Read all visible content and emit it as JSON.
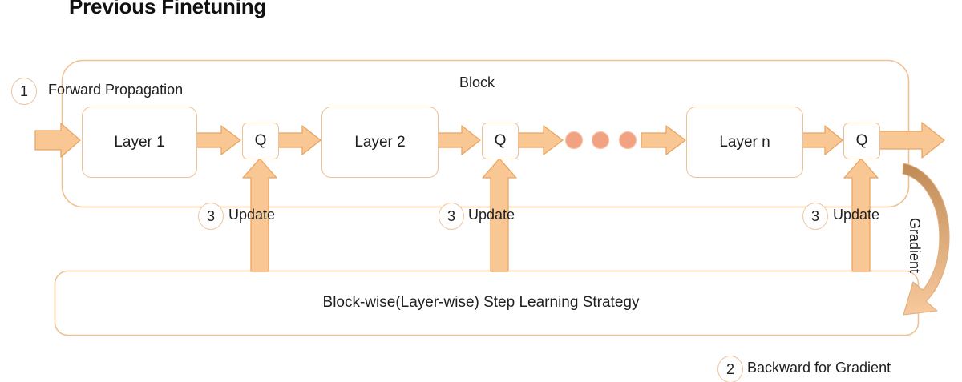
{
  "diagram": {
    "title": "Previous Finetuning",
    "block_label": "Block",
    "forward_label": "Forward  Propagation",
    "gradient_label": "Gradient",
    "backward_label": "Backward for Gradient",
    "strategy_label": "Block-wise(Layer-wise) Step Learning Strategy",
    "update_label_1": "Update",
    "update_label_2": "Update",
    "update_label_3": "Update",
    "steps": {
      "forward": "1",
      "backward": "2",
      "update_a": "3",
      "update_b": "3",
      "update_c": "3"
    },
    "nodes": {
      "layer1": "Layer 1",
      "layer2": "Layer 2",
      "layern": "Layer n",
      "q1": "Q",
      "q2": "Q",
      "q3": "Q"
    },
    "ellipsis_dots": 3,
    "colors": {
      "arrow_fill": "#f9c794",
      "arrow_stroke": "#eba55f",
      "box_stroke": "#eec193",
      "dot_fill": "#f0a283",
      "gradient_curve_dark": "#c79461",
      "gradient_curve_light": "#f7c18d",
      "text": "#1f1f1f",
      "background": "#ffffff"
    }
  }
}
